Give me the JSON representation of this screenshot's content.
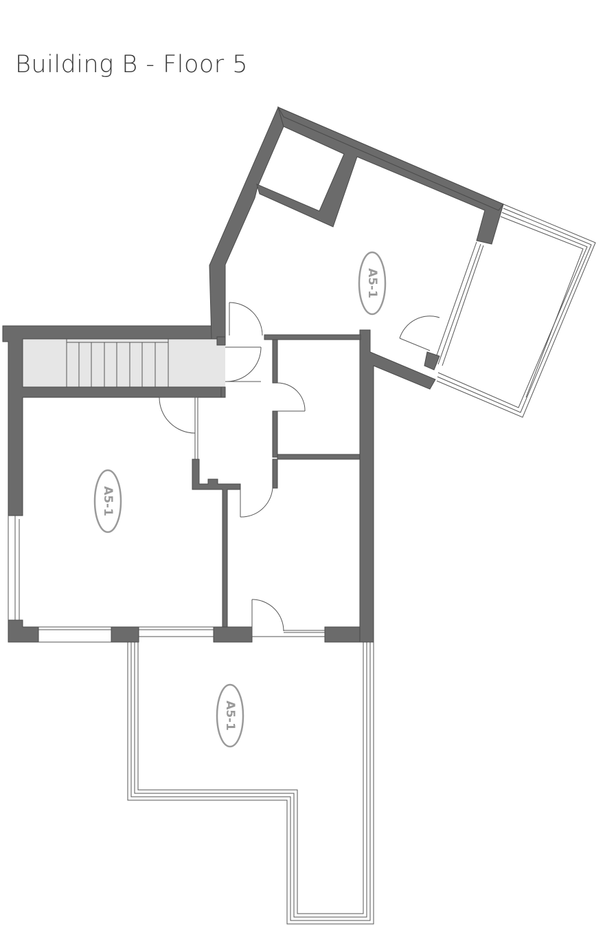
{
  "floorplan": {
    "title": "Building B - Floor 5",
    "units": [
      {
        "label": "A5-1"
      },
      {
        "label": "A5-1"
      },
      {
        "label": "A5-1"
      }
    ]
  }
}
